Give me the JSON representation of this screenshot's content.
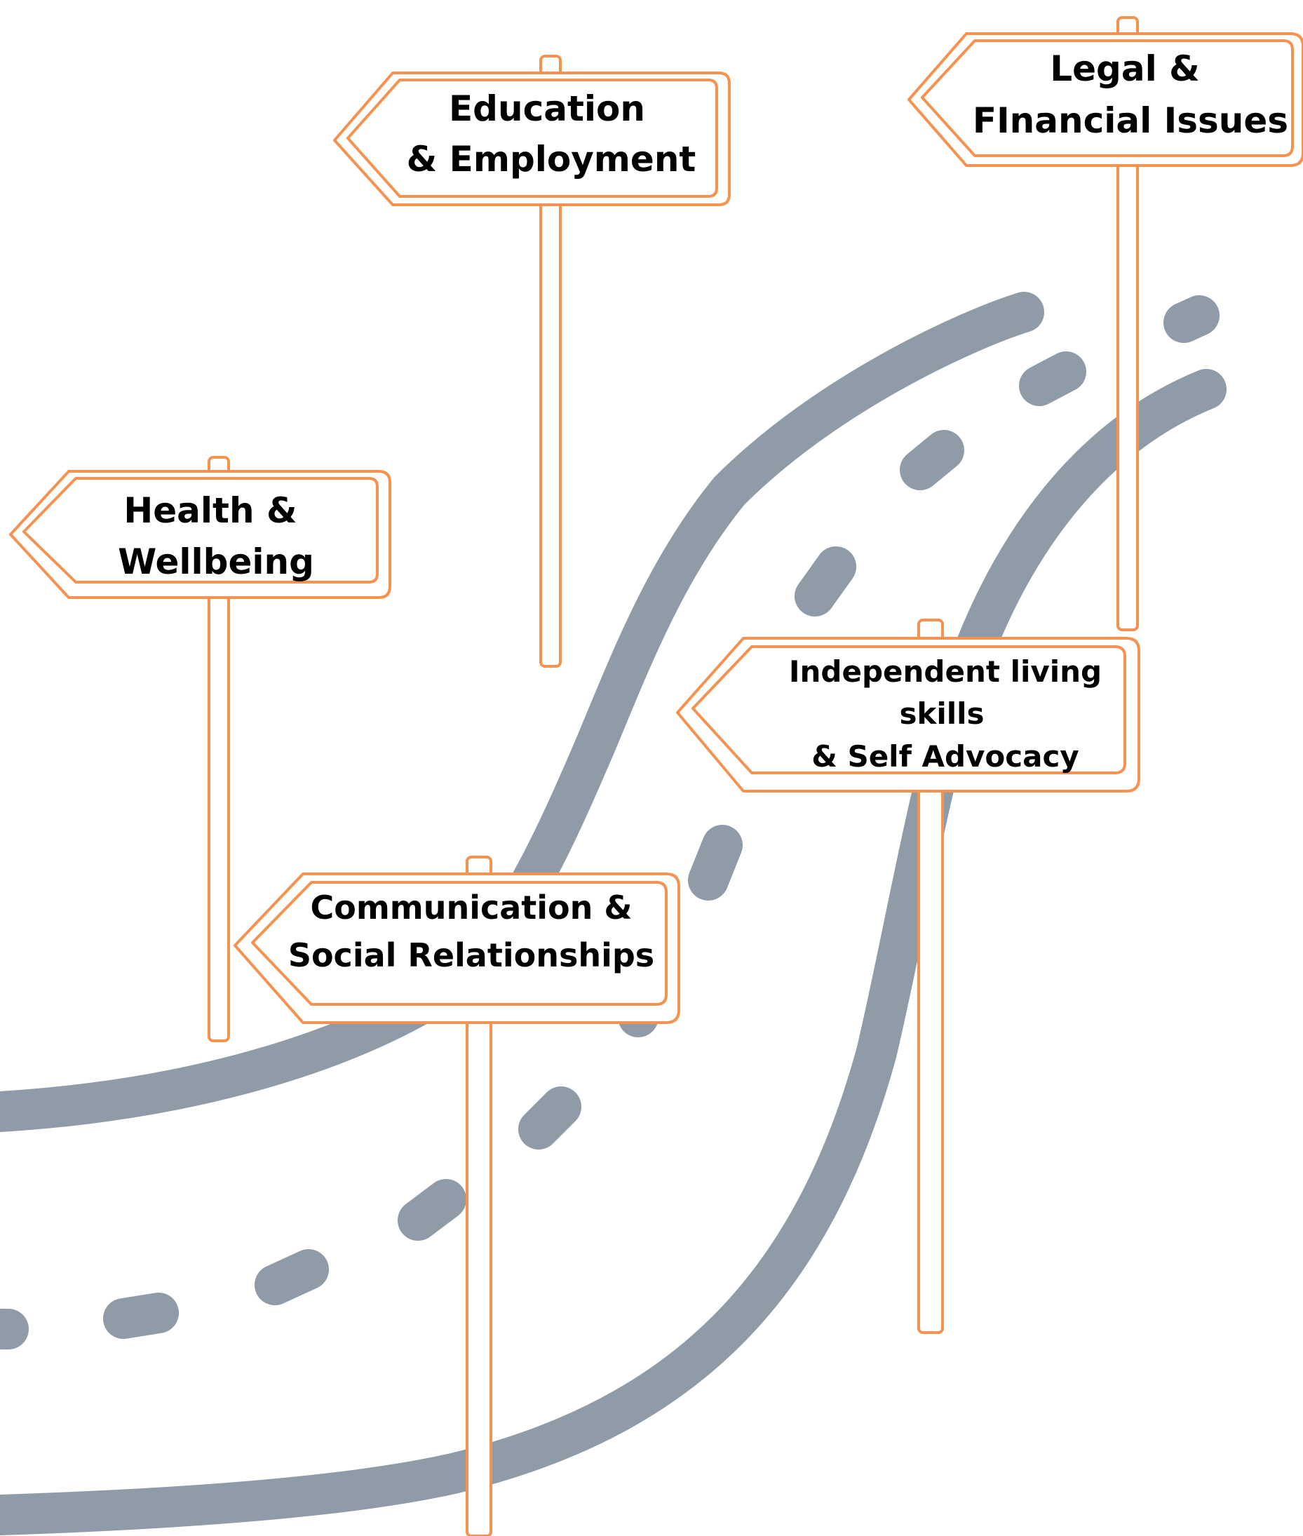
{
  "theme": {
    "road_color": "#8f9ba6",
    "sign_border_color": "#f5924f",
    "sign_fill_color": "#ffffff",
    "text_color": "#000000",
    "background": "#ffffff"
  },
  "road": {
    "description_icon": "winding-road-icon"
  },
  "signs": [
    {
      "id": "education-employment",
      "lines": [
        "Education",
        "& Employment"
      ]
    },
    {
      "id": "legal-financial",
      "lines": [
        "Legal &",
        "FInancial Issues"
      ]
    },
    {
      "id": "health-wellbeing",
      "lines": [
        "Health &",
        "Wellbeing"
      ]
    },
    {
      "id": "independent-living",
      "lines": [
        "Independent living",
        "skills",
        "& Self Advocacy"
      ]
    },
    {
      "id": "communication-social",
      "lines": [
        "Communication  &",
        "Social Relationships"
      ]
    }
  ]
}
